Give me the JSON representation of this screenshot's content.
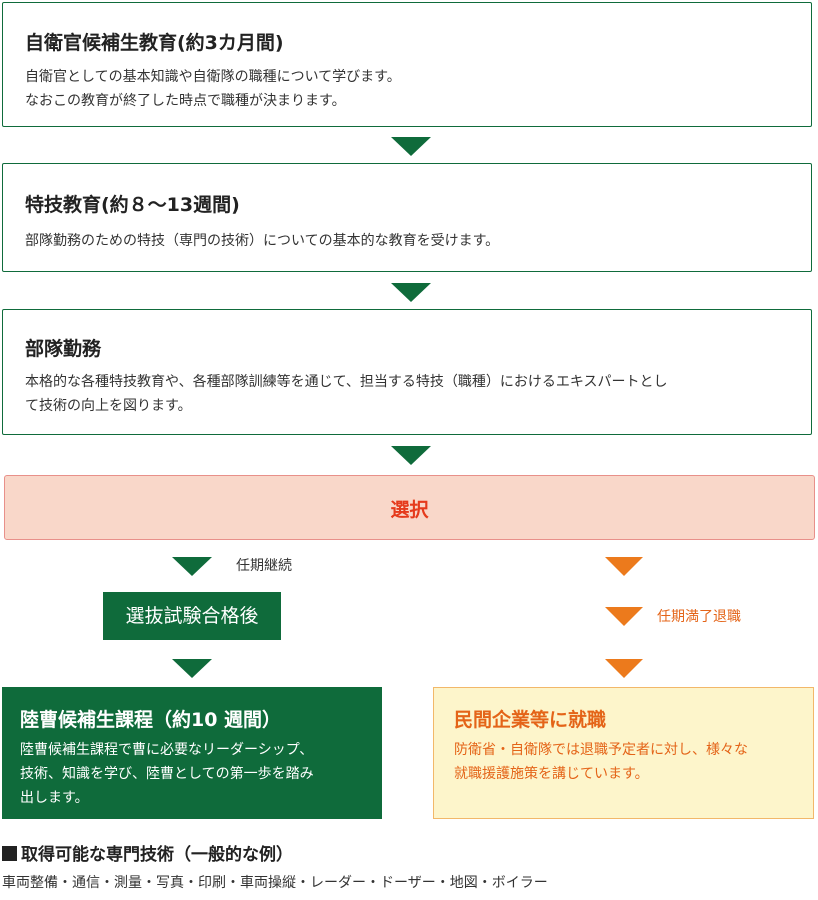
{
  "steps": [
    {
      "title": "自衛官候補生教育(約3カ月間)",
      "lines": [
        "自衛官としての基本知識や自衛隊の職種について学びます。",
        "なおこの教育が終了した時点で職種が決まります。"
      ]
    },
    {
      "title": "特技教育(約８〜13週間)",
      "lines": [
        "部隊勤務のための特技（専門の技術）についての基本的な教育を受けます。"
      ]
    },
    {
      "title": "部隊勤務",
      "lines": [
        "本格的な各種特技教育や、各種部隊訓練等を通じて、担当する特技（職種）におけるエキスパートとし",
        "て技術の向上を図ります。"
      ]
    }
  ],
  "selection": {
    "label": "選択"
  },
  "left_branch": {
    "continue_label": "任期継続",
    "pass_label": "選抜試験合格後",
    "result_title": "陸曹候補生課程（約10 週間）",
    "result_lines": [
      "陸曹候補生課程で曹に必要なリーダーシップ、",
      "技術、知識を学び、陸曹としての第一歩を踏み",
      "出します。"
    ]
  },
  "right_branch": {
    "retire_label": "任期満了退職",
    "result_title": "民間企業等に就職",
    "result_lines": [
      "防衛省・自衛隊では退職予定者に対し、様々な",
      "就職援護施策を講じています。"
    ]
  },
  "skills": {
    "heading": "取得可能な専門技術（一般的な例）",
    "list": "車両整備・通信・測量・写真・印刷・車両操縦・レーダー・ドーザー・地図・ボイラー"
  },
  "colors": {
    "green": "#0f6b3b",
    "orange": "#ec7a1c",
    "select_bg": "#f9d7c9",
    "select_text": "#e53a1c",
    "orange_box_bg": "#fdf5cb"
  }
}
